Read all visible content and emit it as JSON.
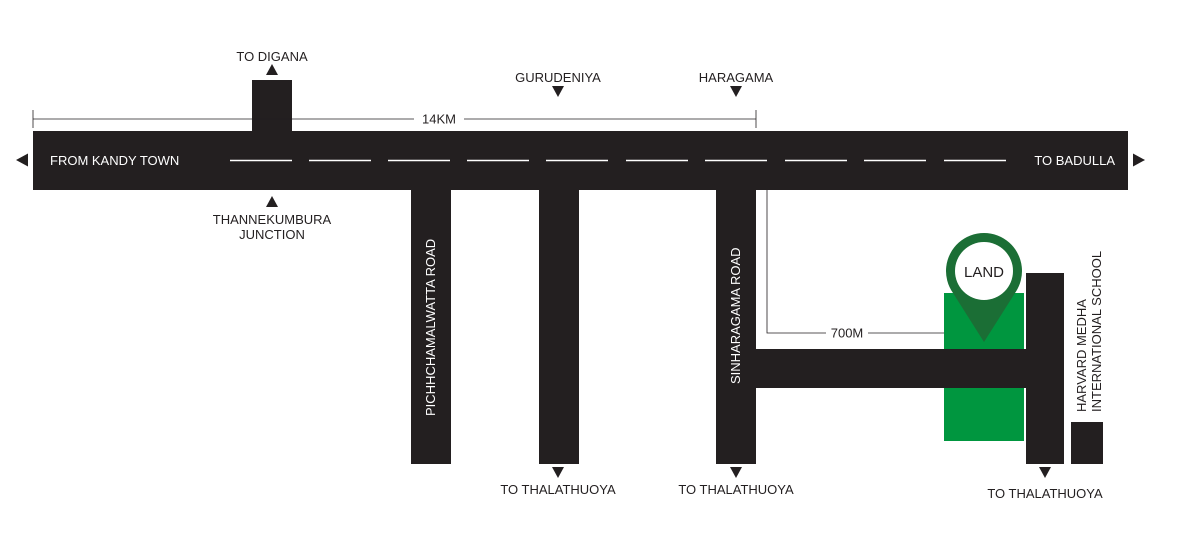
{
  "labels": {
    "from_kandy": "FROM KANDY TOWN",
    "to_badulla": "TO BADULLA",
    "to_digana": "TO DIGANA",
    "gurudeniya": "GURUDENIYA",
    "haragama": "HARAGAMA",
    "thannekumbura_1": "THANNEKUMBURA",
    "thannekumbura_2": "JUNCTION",
    "distance_main": "14KM",
    "distance_land": "700M",
    "pichchamalwatta": "PICHHCHAMALWATTA ROAD",
    "sinharagama": "SINHARAGAMA ROAD",
    "school_1": "HARVARD MEDHA",
    "school_2": "INTERNATIONAL SCHOOL",
    "to_thalathuoya_1": "TO THALATHUOYA",
    "to_thalathuoya_2": "TO THALATHUOYA",
    "to_thalathuoya_3": "TO THALATHUOYA",
    "land": "LAND"
  },
  "colors": {
    "road": "#231f20",
    "land": "#00963f",
    "pin": "#1b6e35",
    "text": "#231f20",
    "background": "#ffffff"
  },
  "icons": {
    "pin": "map-pin-icon",
    "arrow": "triangle-arrow-icon"
  }
}
